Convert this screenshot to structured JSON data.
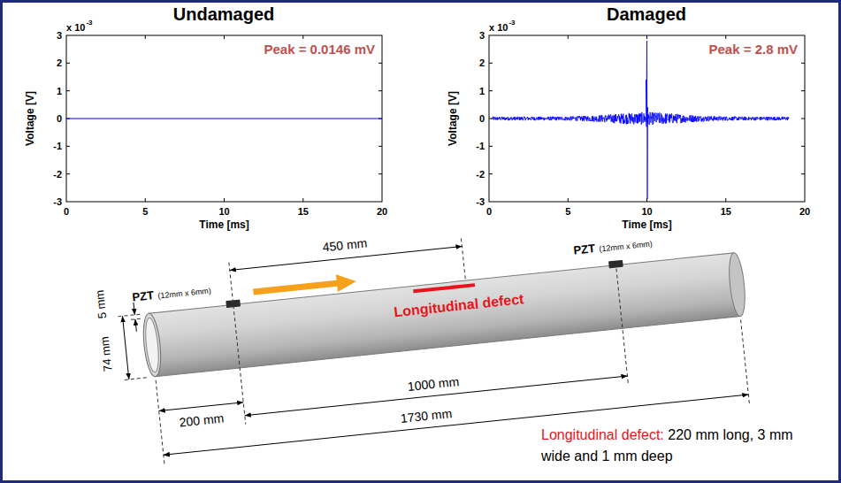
{
  "diagram": {
    "labels": [
      "Undamaged",
      "Damaged",
      "Peak = 0.0146 mV",
      "Peak = 2.8 mV",
      "x 10",
      "-3",
      "Voltage [V]",
      "Time [ms]",
      "3",
      "2",
      "1",
      "0",
      "-1",
      "-2",
      "-3",
      "0",
      "5",
      "10",
      "15",
      "20",
      "x 10",
      "-3",
      "Voltage [V]",
      "Time [ms]",
      "3",
      "2",
      "1",
      "0",
      "-1",
      "-2",
      "-3",
      "0",
      "5",
      "10",
      "15",
      "20",
      "450 mm",
      "Longitudinal defect",
      "PZT",
      "(12mm x 6mm)",
      "PZT",
      "(12mm x 6mm)",
      "5 mm",
      "74 mm",
      "200 mm",
      "1000 mm",
      "1730 mm",
      "Longitudinal defect:",
      "220 mm long, 3 mm wide and 1 mm deep"
    ]
  }
}
